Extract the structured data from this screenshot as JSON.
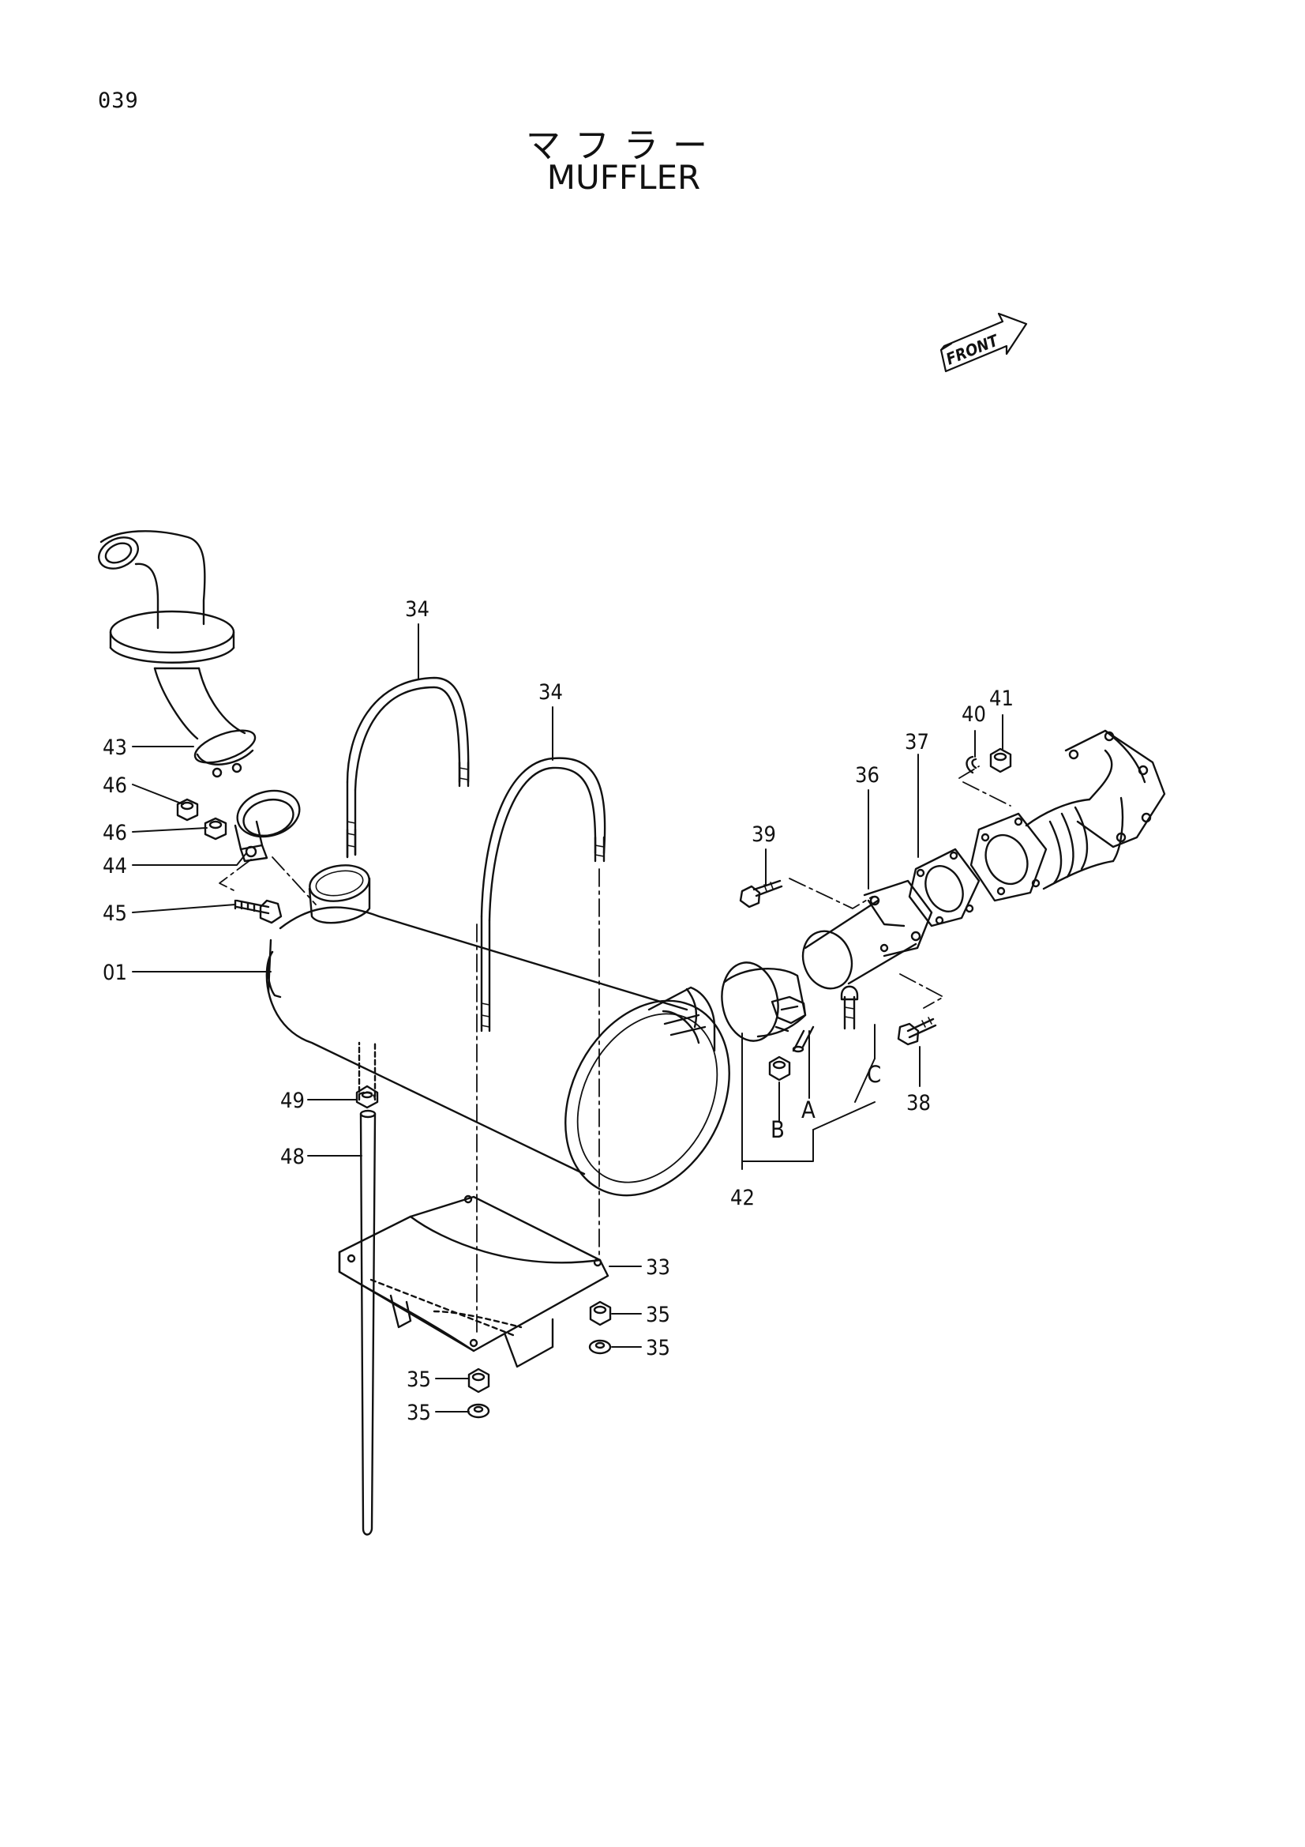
{
  "page_number": "039",
  "title_jp": "マフラー",
  "title_en": "MUFFLER",
  "front_label": "FRONT",
  "callouts": {
    "c01": "01",
    "c33": "33",
    "c34a": "34",
    "c34b": "34",
    "c35a": "35",
    "c35b": "35",
    "c35c": "35",
    "c35d": "35",
    "c36": "36",
    "c37": "37",
    "c38": "38",
    "c39": "39",
    "c40": "40",
    "c41": "41",
    "c42": "42",
    "c43": "43",
    "c44": "44",
    "c45": "45",
    "c46a": "46",
    "c46b": "46",
    "c48": "48",
    "c49": "49"
  },
  "letters": {
    "a": "A",
    "b": "B",
    "c": "C"
  }
}
